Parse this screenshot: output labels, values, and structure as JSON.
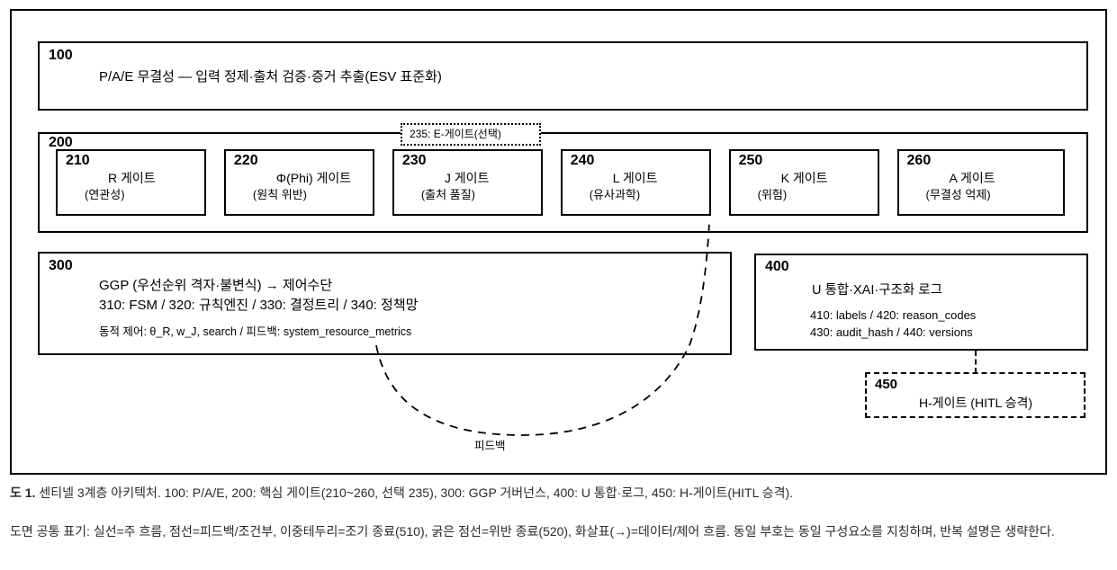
{
  "diagram": {
    "box100": {
      "num": "100",
      "title": "P/A/E 무결성 — 입력 정제·출처 검증·증거 추출(ESV 표준화)"
    },
    "box200": {
      "num": "200",
      "optional_gate_label": "235: E-게이트(선택)",
      "gates": [
        {
          "num": "210",
          "name": "R 게이트",
          "sub": "(연관성)"
        },
        {
          "num": "220",
          "name": "Φ(Phi) 게이트",
          "sub": "(원칙 위반)"
        },
        {
          "num": "230",
          "name": "J 게이트",
          "sub": "(출처 품질)"
        },
        {
          "num": "240",
          "name": "L 게이트",
          "sub": "(유사과학)"
        },
        {
          "num": "250",
          "name": "K 게이트",
          "sub": "(위험)"
        },
        {
          "num": "260",
          "name": "A 게이트",
          "sub": "(무결성 억제)"
        }
      ]
    },
    "box300": {
      "num": "300",
      "line1": "GGP (우선순위 격자·불변식) → 제어수단",
      "line2": "310: FSM / 320: 규칙엔진 / 330: 결정트리 / 340: 정책망",
      "line3": "동적 제어: θ_R, w_J, search / 피드백: system_resource_metrics"
    },
    "box400": {
      "num": "400",
      "title": "U 통합·XAI·구조화 로그",
      "line1": "410: labels / 420: reason_codes",
      "line2": "430: audit_hash / 440: versions"
    },
    "box450": {
      "num": "450",
      "title": "H-게이트 (HITL 승격)"
    },
    "feedback_label": "피드백"
  },
  "caption": {
    "fig_label": "도 1.",
    "text": " 센티넬 3계층 아키텍처. 100: P/A/E, 200: 핵심 게이트(210~260, 선택 235), 300: GGP 거버넌스, 400: U 통합·로그, 450: H-게이트(HITL 승격)."
  },
  "legend": "도면 공통 표기: 실선=주 흐름, 점선=피드백/조건부, 이중테두리=조기 종료(510), 굵은 점선=위반 종료(520), 화살표(→)=데이터/제어 흐름. 동일 부호는 동일 구성요소를 지칭하며, 반복 설명은 생략한다.",
  "colors": {
    "line": "#000000",
    "text": "#1a1a1a",
    "caption_text": "#2b2b2b",
    "background": "#ffffff"
  }
}
